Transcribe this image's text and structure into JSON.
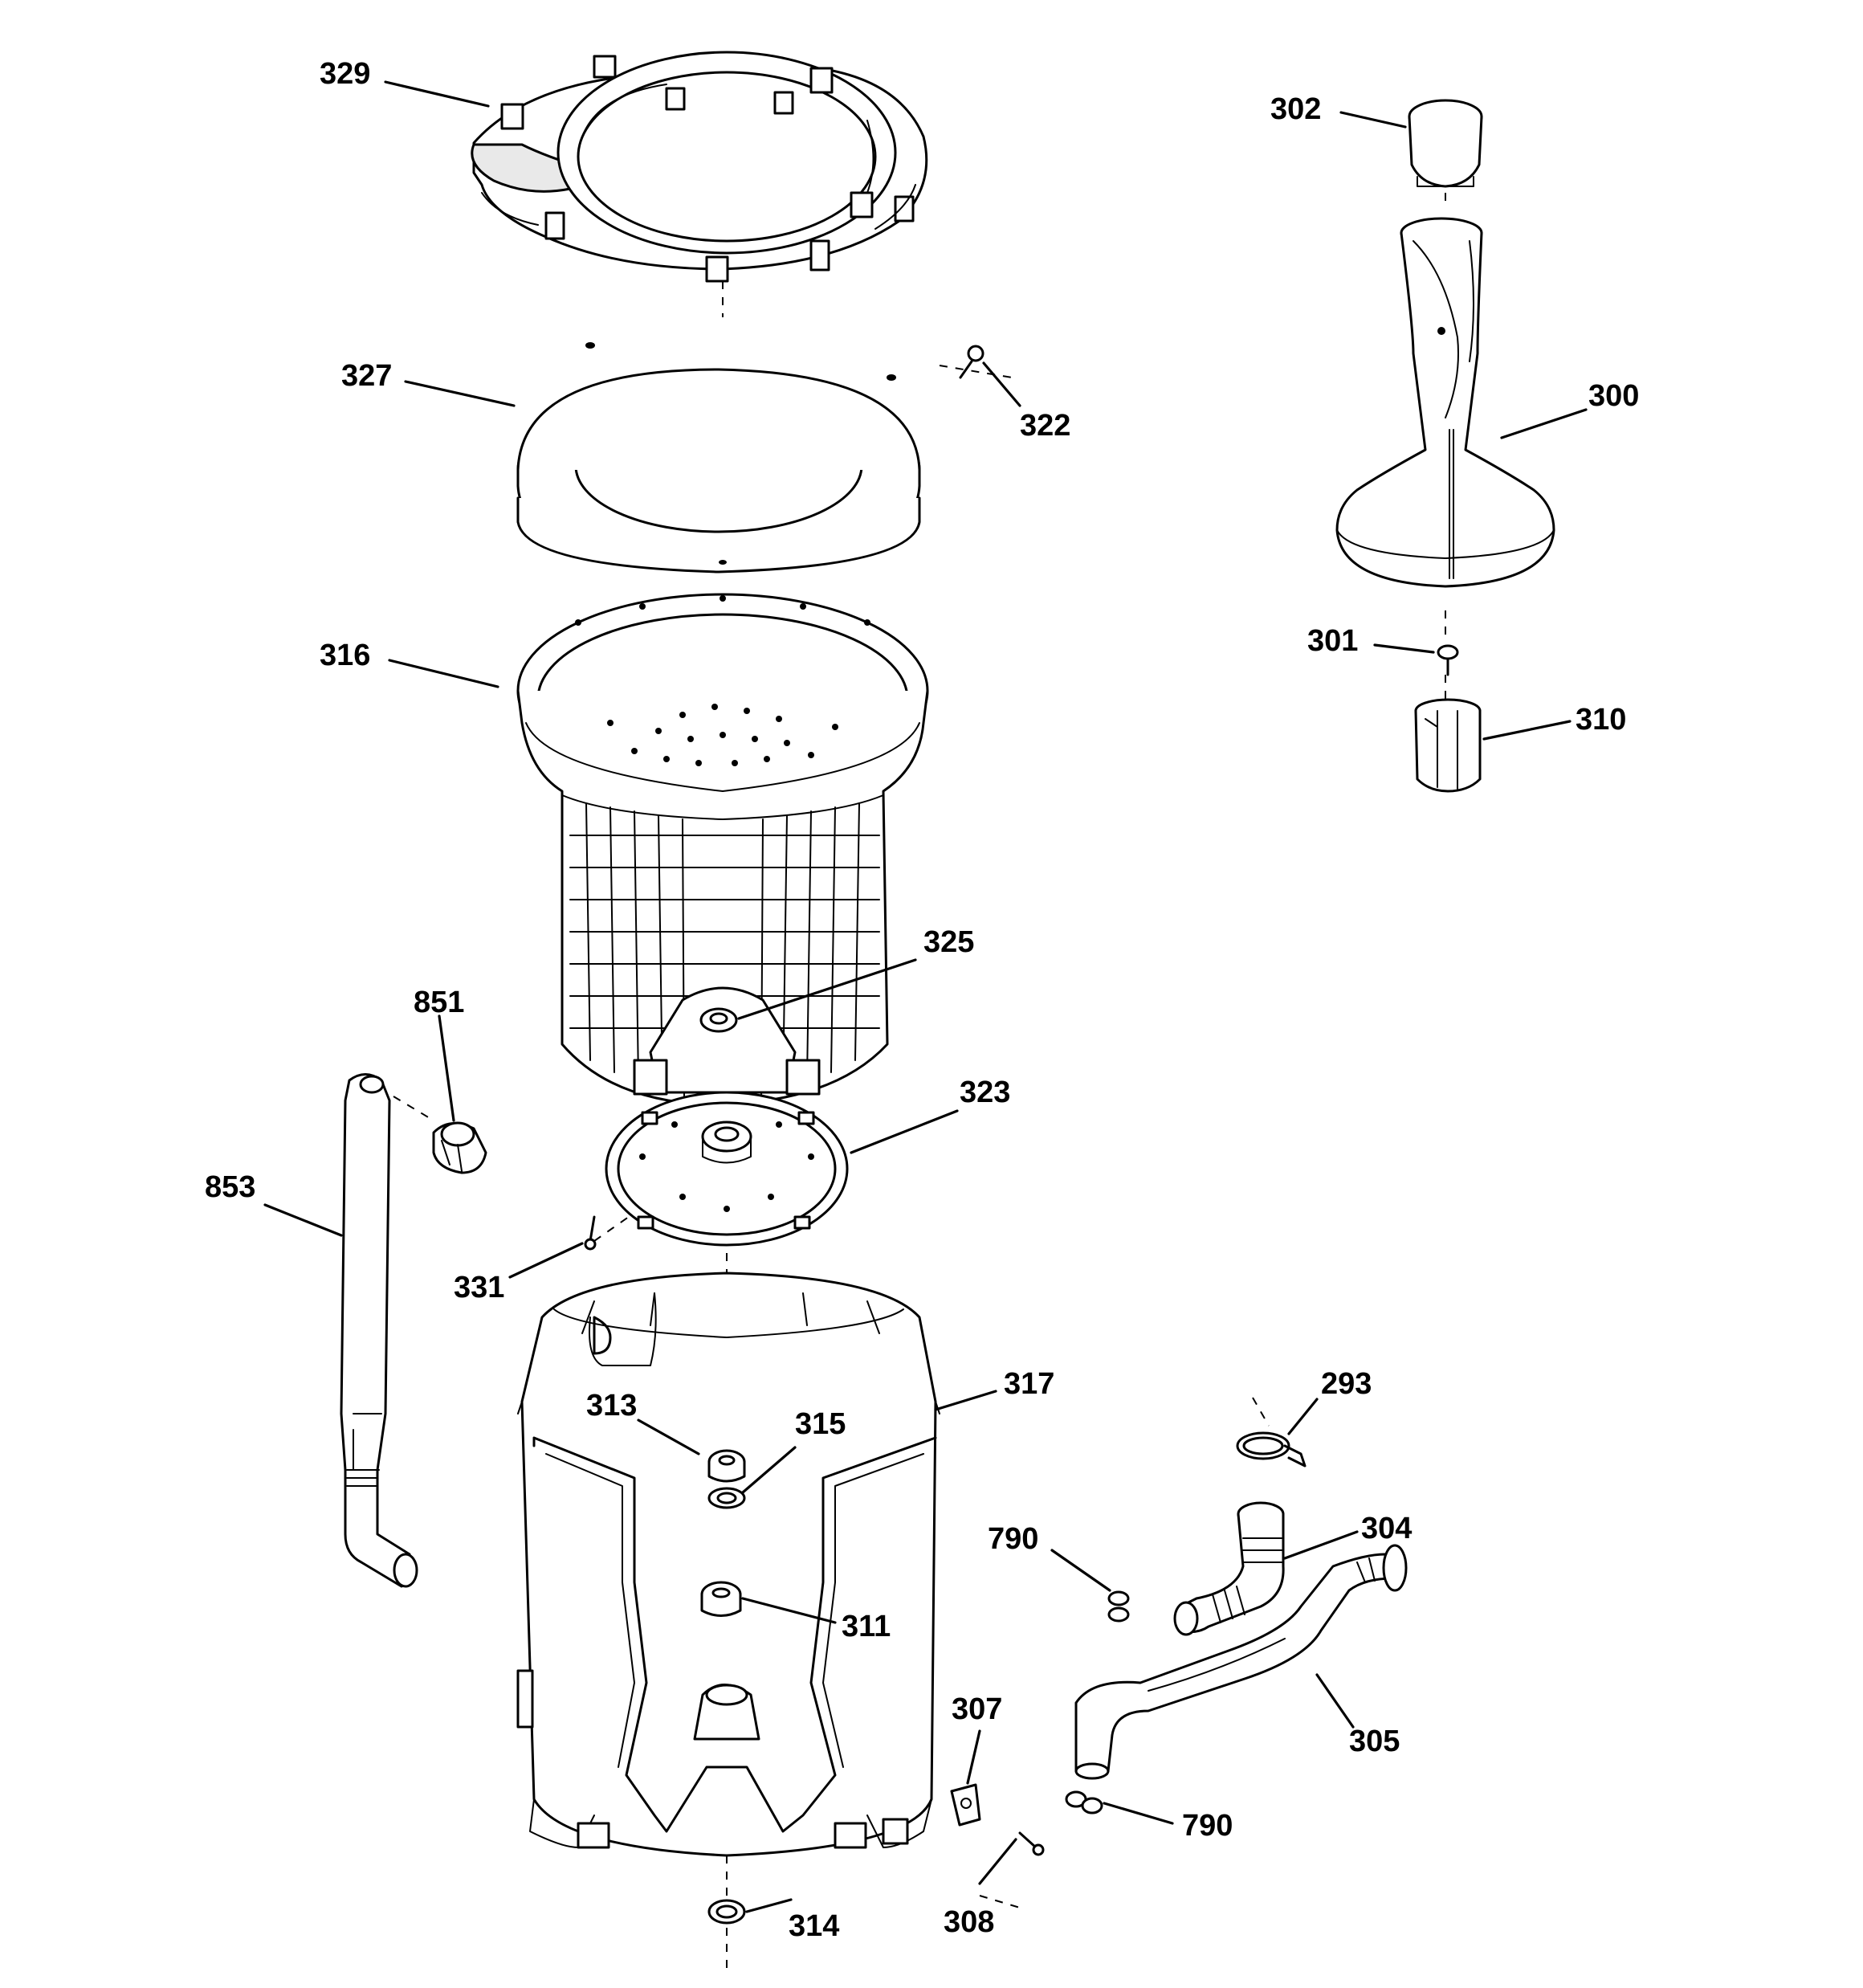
{
  "diagram": {
    "callouts": [
      {
        "id": "329",
        "text": "329"
      },
      {
        "id": "327",
        "text": "327"
      },
      {
        "id": "322",
        "text": "322"
      },
      {
        "id": "316",
        "text": "316"
      },
      {
        "id": "325",
        "text": "325"
      },
      {
        "id": "851",
        "text": "851"
      },
      {
        "id": "853",
        "text": "853"
      },
      {
        "id": "323",
        "text": "323"
      },
      {
        "id": "331",
        "text": "331"
      },
      {
        "id": "317",
        "text": "317"
      },
      {
        "id": "313",
        "text": "313"
      },
      {
        "id": "315",
        "text": "315"
      },
      {
        "id": "311",
        "text": "311"
      },
      {
        "id": "314",
        "text": "314"
      },
      {
        "id": "302",
        "text": "302"
      },
      {
        "id": "300",
        "text": "300"
      },
      {
        "id": "301",
        "text": "301"
      },
      {
        "id": "310",
        "text": "310"
      },
      {
        "id": "293",
        "text": "293"
      },
      {
        "id": "304",
        "text": "304"
      },
      {
        "id": "790a",
        "text": "790"
      },
      {
        "id": "305",
        "text": "305"
      },
      {
        "id": "307",
        "text": "307"
      },
      {
        "id": "790b",
        "text": "790"
      },
      {
        "id": "308",
        "text": "308"
      }
    ]
  }
}
